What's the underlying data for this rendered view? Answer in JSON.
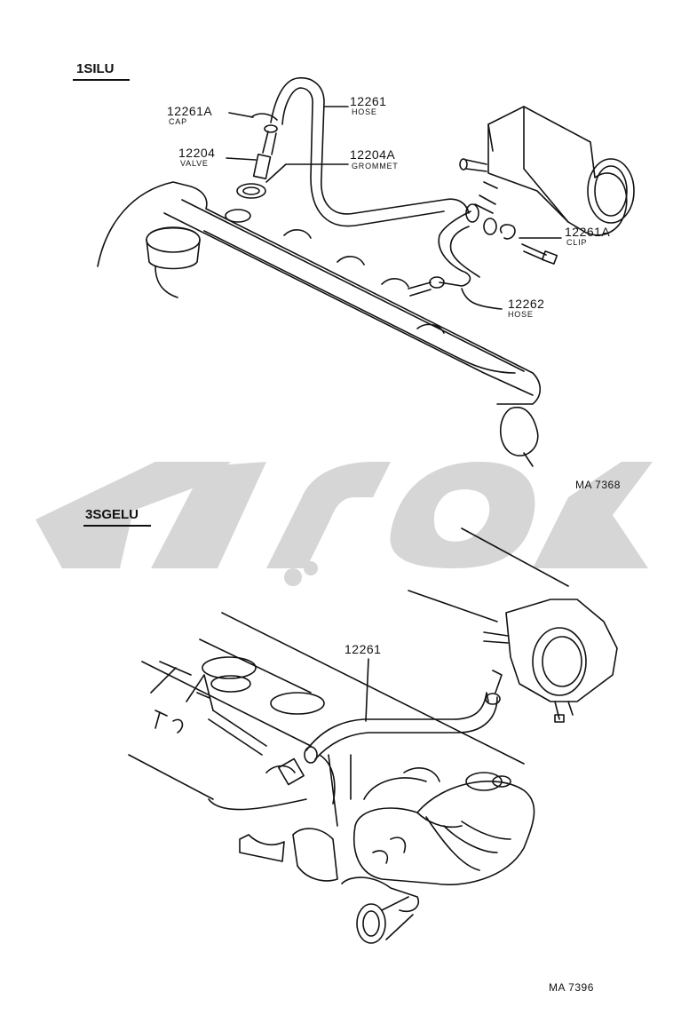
{
  "sections": [
    {
      "label": "1SILU",
      "code": "MA 7368"
    },
    {
      "label": "3SGELU",
      "code": "MA 7396"
    }
  ],
  "callouts": {
    "cap": {
      "number": "12261A",
      "name": "CAP"
    },
    "valve": {
      "number": "12204",
      "name": "VALVE"
    },
    "hose_top": {
      "number": "12261",
      "name": "HOSE"
    },
    "grommet": {
      "number": "12204A",
      "name": "GROMMET"
    },
    "clip": {
      "number": "12261A",
      "name": "CLIP"
    },
    "hose_2": {
      "number": "12262",
      "name": "HOSE"
    },
    "hose_bottom": {
      "number": "12261"
    }
  },
  "colors": {
    "line": "#111111",
    "watermark": "#d6d6d6"
  }
}
